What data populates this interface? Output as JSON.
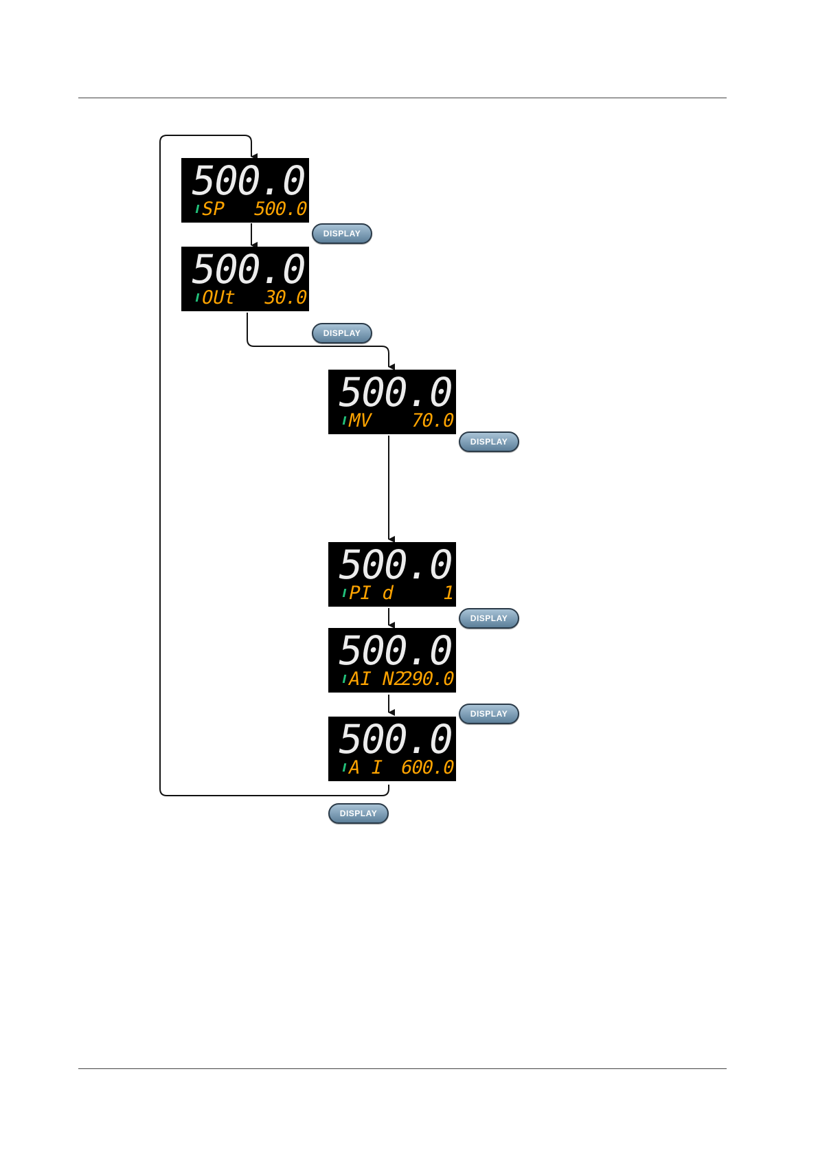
{
  "screens": [
    {
      "pv": "500.0",
      "label": "SP",
      "value": "500.0"
    },
    {
      "pv": "500.0",
      "label": "OUt",
      "value": "30.0"
    },
    {
      "pv": "500.0",
      "label": "MV",
      "value": "70.0"
    },
    {
      "pv": "500.0",
      "label": "PI d",
      "value": "1"
    },
    {
      "pv": "500.0",
      "label": "AI N2",
      "value": "290.0"
    },
    {
      "pv": "500.0",
      "label": "A I",
      "value": "600.0"
    }
  ],
  "button_label": "DISPLAY",
  "colors": {
    "pv": "#ececec",
    "label": "#ffa400",
    "index": "#22c07a",
    "panel": "#000000"
  }
}
